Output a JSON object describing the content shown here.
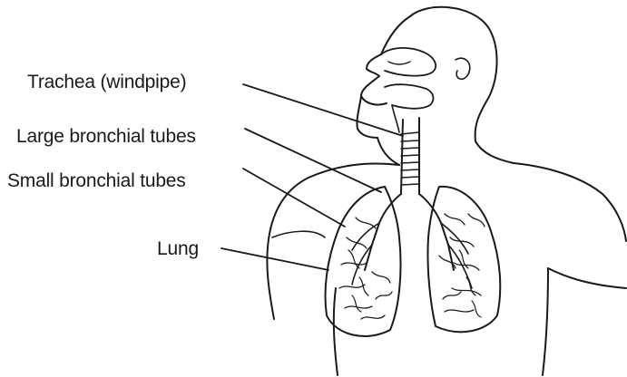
{
  "labels": {
    "trachea": "Trachea (windpipe)",
    "large_bronchial": "Large bronchial tubes",
    "small_bronchial": "Small bronchial tubes",
    "lung": "Lung"
  },
  "colors": {
    "ink": "#1a1a1a",
    "background": "#ffffff"
  }
}
